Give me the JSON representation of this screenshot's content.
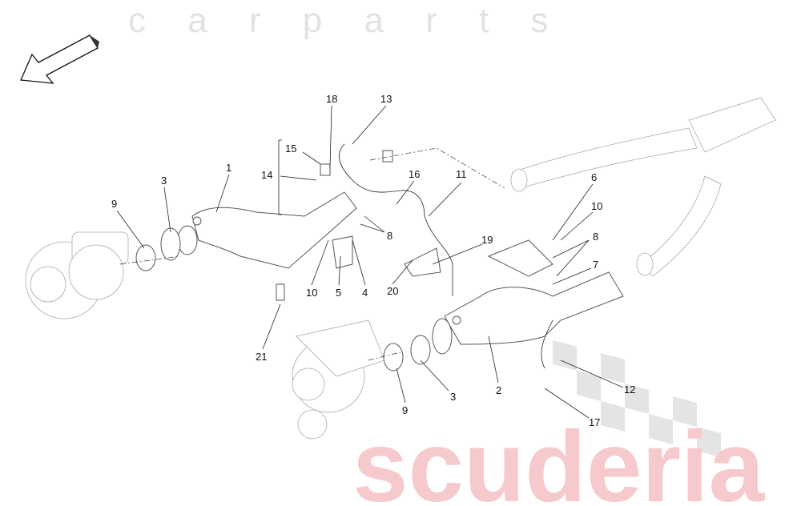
{
  "watermark": {
    "brand": "scuderia",
    "sub": "c a r p a r t s",
    "color": "#f6c9cc"
  },
  "direction_arrow": {
    "icon": "arrow-down-left-icon"
  },
  "callouts": [
    "18",
    "13",
    "15",
    "14",
    "16",
    "11",
    "6",
    "10",
    "8",
    "8",
    "7",
    "1",
    "3",
    "9",
    "19",
    "20",
    "10",
    "5",
    "4",
    "21",
    "3",
    "2",
    "9",
    "12",
    "17"
  ]
}
